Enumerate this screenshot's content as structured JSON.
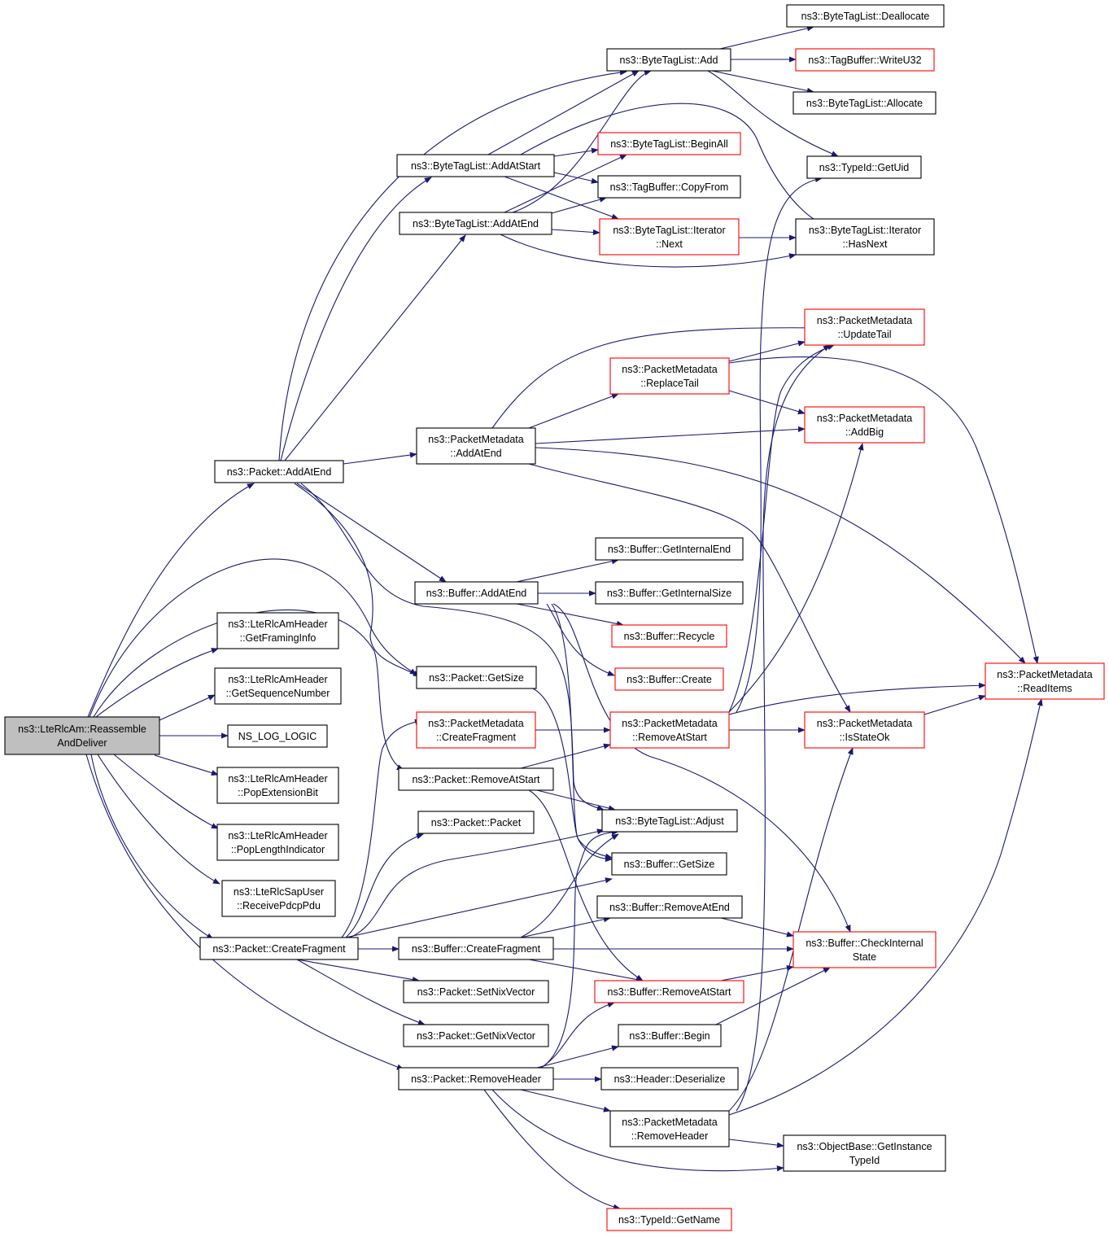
{
  "diagram": {
    "type": "call-graph",
    "colors": {
      "edge": "#191970",
      "root_fill": "#bfbfbf",
      "truncated_border": "#ff0000",
      "border": "#000000"
    },
    "nodes": [
      {
        "id": "root",
        "lines": [
          "ns3::LteRlcAm::Reassemble",
          "AndDeliver"
        ],
        "style": "root"
      },
      {
        "id": "pk_addatend",
        "lines": [
          "ns3::Packet::AddAtEnd"
        ],
        "style": "black"
      },
      {
        "id": "getframing",
        "lines": [
          "ns3::LteRlcAmHeader",
          "::GetFramingInfo"
        ],
        "style": "black"
      },
      {
        "id": "getseq",
        "lines": [
          "ns3::LteRlcAmHeader",
          "::GetSequenceNumber"
        ],
        "style": "black"
      },
      {
        "id": "nslog",
        "lines": [
          "NS_LOG_LOGIC"
        ],
        "style": "black"
      },
      {
        "id": "popext",
        "lines": [
          "ns3::LteRlcAmHeader",
          "::PopExtensionBit"
        ],
        "style": "black"
      },
      {
        "id": "poplen",
        "lines": [
          "ns3::LteRlcAmHeader",
          "::PopLengthIndicator"
        ],
        "style": "black"
      },
      {
        "id": "recvpdcp",
        "lines": [
          "ns3::LteRlcSapUser",
          "::ReceivePdcpPdu"
        ],
        "style": "black"
      },
      {
        "id": "pk_createfrag",
        "lines": [
          "ns3::Packet::CreateFragment"
        ],
        "style": "black"
      },
      {
        "id": "pk_removeheader",
        "lines": [
          "ns3::Packet::RemoveHeader"
        ],
        "style": "black"
      },
      {
        "id": "btl_addatstart",
        "lines": [
          "ns3::ByteTagList::AddAtStart"
        ],
        "style": "black"
      },
      {
        "id": "btl_addatend",
        "lines": [
          "ns3::ByteTagList::AddAtEnd"
        ],
        "style": "black"
      },
      {
        "id": "pm_addatend",
        "lines": [
          "ns3::PacketMetadata",
          "::AddAtEnd"
        ],
        "style": "black"
      },
      {
        "id": "buf_addatend",
        "lines": [
          "ns3::Buffer::AddAtEnd"
        ],
        "style": "black"
      },
      {
        "id": "pk_getsize",
        "lines": [
          "ns3::Packet::GetSize"
        ],
        "style": "black"
      },
      {
        "id": "pm_createfrag",
        "lines": [
          "ns3::PacketMetadata",
          "::CreateFragment"
        ],
        "style": "red"
      },
      {
        "id": "pk_removeatstart",
        "lines": [
          "ns3::Packet::RemoveAtStart"
        ],
        "style": "black"
      },
      {
        "id": "pk_packet",
        "lines": [
          "ns3::Packet::Packet"
        ],
        "style": "black"
      },
      {
        "id": "buf_createfrag",
        "lines": [
          "ns3::Buffer::CreateFragment"
        ],
        "style": "black"
      },
      {
        "id": "pk_setnix",
        "lines": [
          "ns3::Packet::SetNixVector"
        ],
        "style": "black"
      },
      {
        "id": "pk_getnix",
        "lines": [
          "ns3::Packet::GetNixVector"
        ],
        "style": "black"
      },
      {
        "id": "btl_add",
        "lines": [
          "ns3::ByteTagList::Add"
        ],
        "style": "black"
      },
      {
        "id": "btl_beginall",
        "lines": [
          "ns3::ByteTagList::BeginAll"
        ],
        "style": "red"
      },
      {
        "id": "tb_copyfrom",
        "lines": [
          "ns3::TagBuffer::CopyFrom"
        ],
        "style": "black"
      },
      {
        "id": "btl_it_next",
        "lines": [
          "ns3::ByteTagList::Iterator",
          "::Next"
        ],
        "style": "red"
      },
      {
        "id": "pm_replacetail",
        "lines": [
          "ns3::PacketMetadata",
          "::ReplaceTail"
        ],
        "style": "red"
      },
      {
        "id": "buf_getinternalend",
        "lines": [
          "ns3::Buffer::GetInternalEnd"
        ],
        "style": "black"
      },
      {
        "id": "buf_getinternalsize",
        "lines": [
          "ns3::Buffer::GetInternalSize"
        ],
        "style": "black"
      },
      {
        "id": "buf_recycle",
        "lines": [
          "ns3::Buffer::Recycle"
        ],
        "style": "red"
      },
      {
        "id": "buf_create",
        "lines": [
          "ns3::Buffer::Create"
        ],
        "style": "red"
      },
      {
        "id": "pm_removeatstart",
        "lines": [
          "ns3::PacketMetadata",
          "::RemoveAtStart"
        ],
        "style": "red"
      },
      {
        "id": "btl_adjust",
        "lines": [
          "ns3::ByteTagList::Adjust"
        ],
        "style": "black"
      },
      {
        "id": "buf_getsize",
        "lines": [
          "ns3::Buffer::GetSize"
        ],
        "style": "black"
      },
      {
        "id": "buf_removeatend",
        "lines": [
          "ns3::Buffer::RemoveAtEnd"
        ],
        "style": "black"
      },
      {
        "id": "buf_removeatstart",
        "lines": [
          "ns3::Buffer::RemoveAtStart"
        ],
        "style": "red"
      },
      {
        "id": "buf_begin",
        "lines": [
          "ns3::Buffer::Begin"
        ],
        "style": "black"
      },
      {
        "id": "hdr_deserialize",
        "lines": [
          "ns3::Header::Deserialize"
        ],
        "style": "black"
      },
      {
        "id": "pm_removeheader",
        "lines": [
          "ns3::PacketMetadata",
          "::RemoveHeader"
        ],
        "style": "black"
      },
      {
        "id": "typeid_getname",
        "lines": [
          "ns3::TypeId::GetName"
        ],
        "style": "red"
      },
      {
        "id": "btl_dealloc",
        "lines": [
          "ns3::ByteTagList::Deallocate"
        ],
        "style": "black"
      },
      {
        "id": "tb_writeu32",
        "lines": [
          "ns3::TagBuffer::WriteU32"
        ],
        "style": "red"
      },
      {
        "id": "btl_alloc",
        "lines": [
          "ns3::ByteTagList::Allocate"
        ],
        "style": "black"
      },
      {
        "id": "typeid_getuid",
        "lines": [
          "ns3::TypeId::GetUid"
        ],
        "style": "black"
      },
      {
        "id": "btl_it_hasnext",
        "lines": [
          "ns3::ByteTagList::Iterator",
          "::HasNext"
        ],
        "style": "black"
      },
      {
        "id": "pm_updatetail",
        "lines": [
          "ns3::PacketMetadata",
          "::UpdateTail"
        ],
        "style": "red"
      },
      {
        "id": "pm_addbig",
        "lines": [
          "ns3::PacketMetadata",
          "::AddBig"
        ],
        "style": "red"
      },
      {
        "id": "pm_readitems",
        "lines": [
          "ns3::PacketMetadata",
          "::ReadItems"
        ],
        "style": "red"
      },
      {
        "id": "pm_isstateok",
        "lines": [
          "ns3::PacketMetadata",
          "::IsStateOk"
        ],
        "style": "red"
      },
      {
        "id": "buf_checkinternal",
        "lines": [
          "ns3::Buffer::CheckInternal",
          "State"
        ],
        "style": "red"
      },
      {
        "id": "ob_getinstancetypeid",
        "lines": [
          "ns3::ObjectBase::GetInstance",
          "TypeId"
        ],
        "style": "black"
      }
    ]
  }
}
